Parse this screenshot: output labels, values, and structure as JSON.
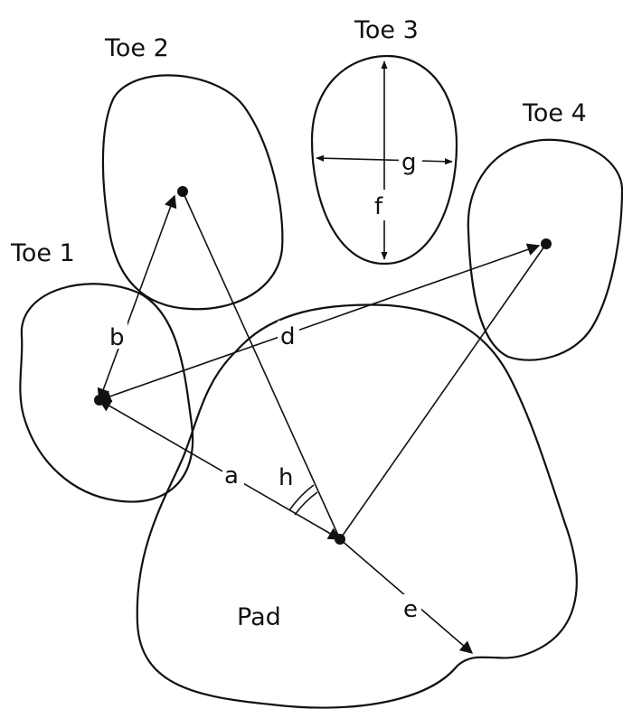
{
  "labels": {
    "toe1": "Toe 1",
    "toe2": "Toe 2",
    "toe3": "Toe 3",
    "toe4": "Toe 4",
    "pad": "Pad"
  },
  "measurements": {
    "a": "a",
    "b": "b",
    "d": "d",
    "e": "e",
    "f": "f",
    "g": "g",
    "h": "h"
  },
  "colors": {
    "ink": "#111111",
    "background": "#ffffff"
  }
}
